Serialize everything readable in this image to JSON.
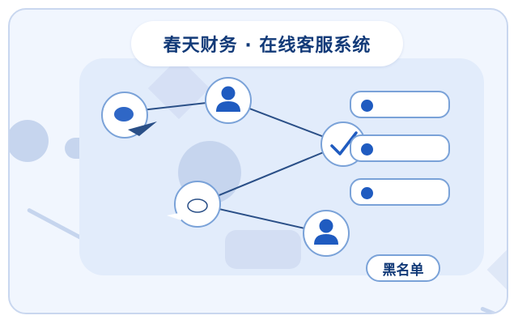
{
  "title": "春天财务 · 在线客服系统",
  "badge": "黑名单",
  "colors": {
    "navy": "#123a78",
    "accent": "#1f5bc0",
    "line": "#2a4f87",
    "panel": "#e2ecfb",
    "card": "#f1f6fe"
  },
  "icons": {
    "top_left": "chat-bubble-icon",
    "top_center": "user-icon",
    "middle_right": "checkmark-icon",
    "lower_left": "chat-bubble-icon",
    "bottom_right": "user-icon"
  },
  "list_rows": 3
}
